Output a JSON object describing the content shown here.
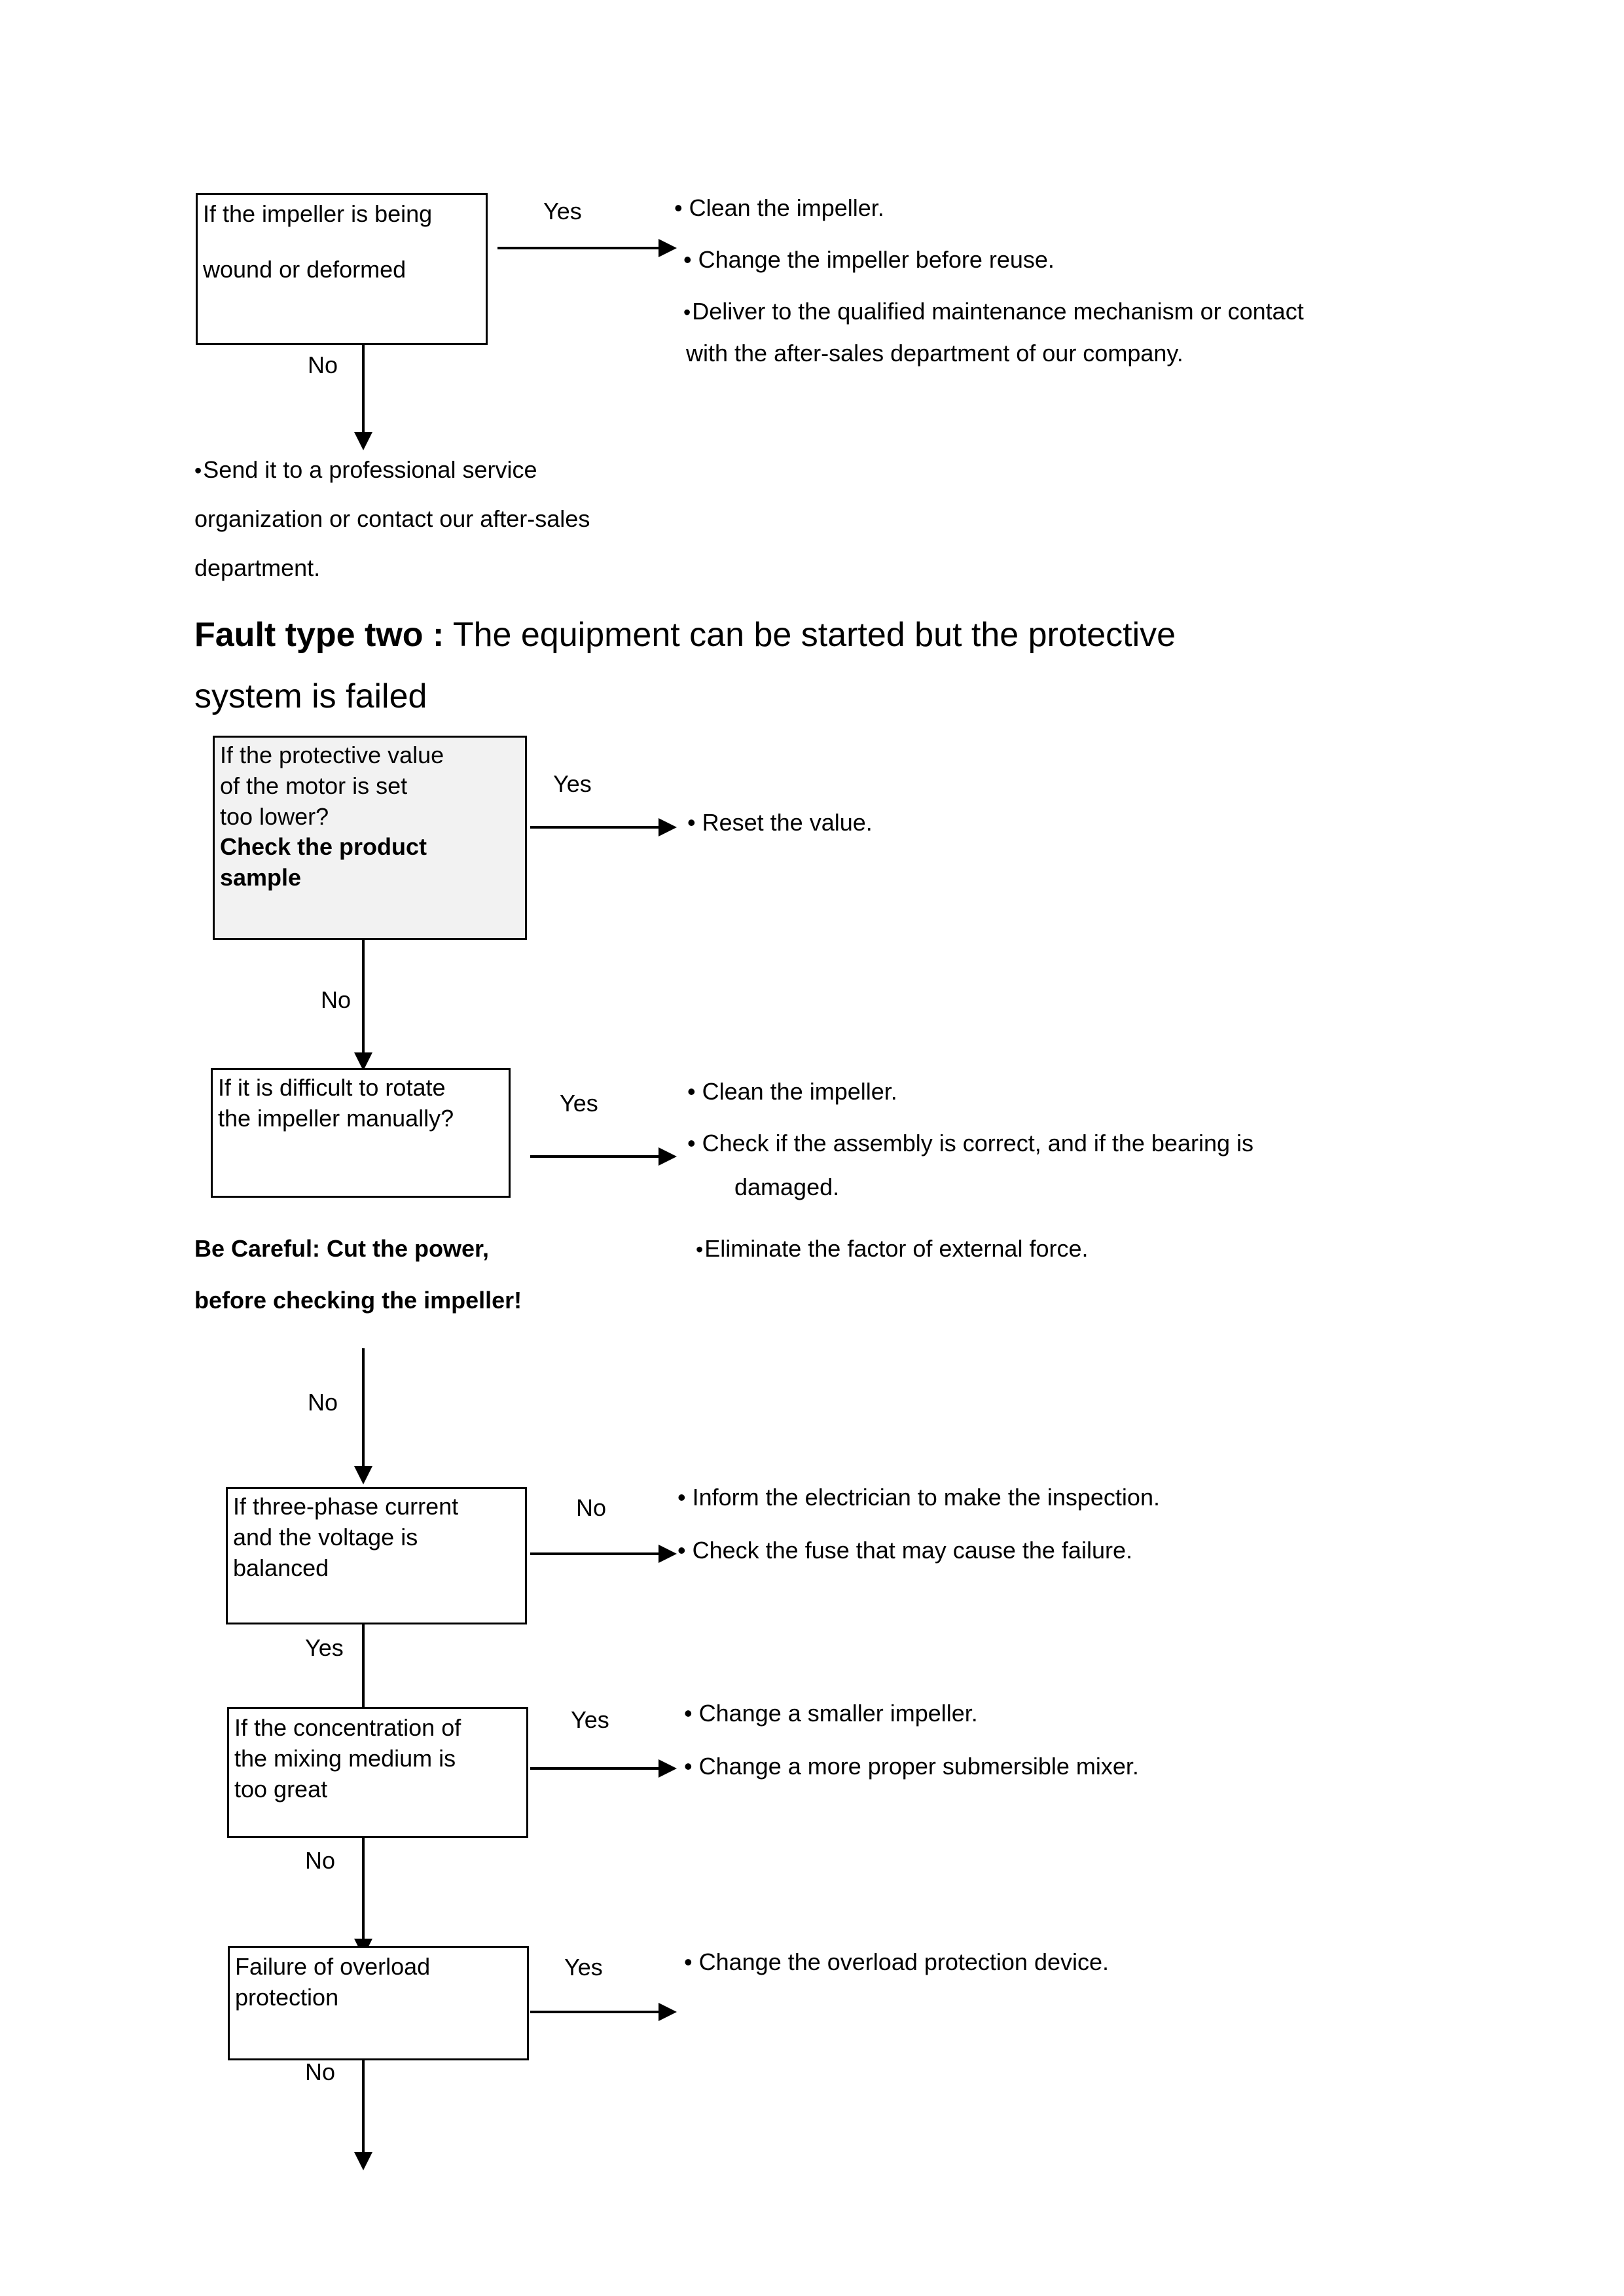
{
  "section_one": {
    "decision_box": {
      "line1": "If the impeller is being",
      "line2": "wound or deformed"
    },
    "yes_label": "Yes",
    "no_label": "No",
    "yes_actions": [
      "Clean the impeller.",
      "Change the impeller before reuse.",
      "Deliver to the qualified maintenance mechanism or contact",
      "with    the after-sales department of our company."
    ],
    "no_action": [
      "Send it to a professional service",
      "organization or contact our after-sales",
      "department."
    ]
  },
  "fault_type_two": {
    "label": "Fault type two :",
    "description_line1": " The equipment can be started but the protective",
    "description_line2": "system is failed"
  },
  "flow": {
    "yes_label": "Yes",
    "no_label": "No",
    "steps": [
      {
        "id": "protective-value",
        "box_lines": [
          "If the protective value",
          "of the motor is set",
          "too lower?"
        ],
        "box_bold_lines": [
          "Check the product",
          "sample"
        ],
        "branch_label": "Yes",
        "actions": [
          "Reset the value."
        ],
        "down_label": "No"
      },
      {
        "id": "rotate-impeller",
        "box_lines": [
          "If it is difficult to rotate",
          "the impeller manually?"
        ],
        "branch_label": "Yes",
        "actions": [
          "Clean the impeller.",
          "Check if the assembly is correct, and if the bearing is",
          "damaged."
        ],
        "extra_action": "Eliminate the factor of external force.",
        "warning_lines": [
          "Be Careful: Cut the power,",
          "before checking the impeller!"
        ],
        "down_label": "No"
      },
      {
        "id": "three-phase-current",
        "box_lines": [
          "If three-phase current",
          "and the voltage is",
          "balanced"
        ],
        "branch_label": "No",
        "actions": [
          "Inform the electrician to make the inspection.",
          "Check the fuse that may cause the failure."
        ],
        "down_label": "Yes"
      },
      {
        "id": "mixing-concentration",
        "box_lines": [
          "If the concentration of",
          "the mixing medium is",
          "too great"
        ],
        "branch_label": "Yes",
        "actions": [
          "Change a smaller impeller.",
          "Change a more proper submersible mixer."
        ],
        "down_label": "No"
      },
      {
        "id": "overload-protection",
        "box_lines": [
          "Failure of overload",
          "protection"
        ],
        "branch_label": "Yes",
        "actions": [
          "Change the overload protection device."
        ],
        "down_label": "No"
      }
    ]
  },
  "colors": {
    "ink": "#000000",
    "shaded_box": "#f2f2f2",
    "page": "#ffffff"
  }
}
